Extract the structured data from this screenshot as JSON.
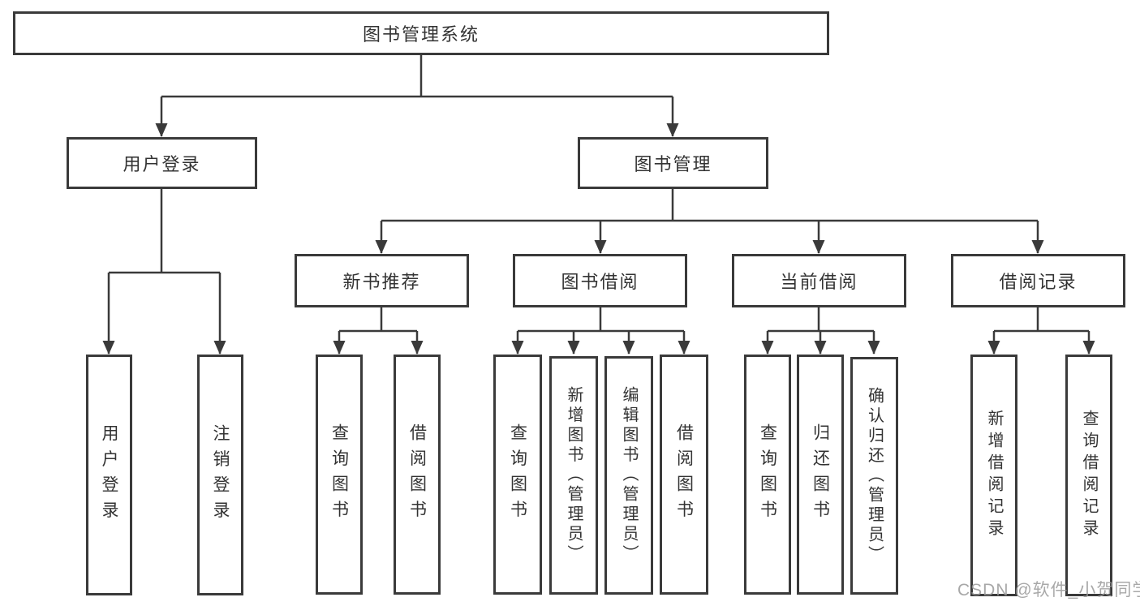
{
  "diagram": {
    "title": "图书管理系统",
    "level2": [
      {
        "label": "用户登录"
      },
      {
        "label": "图书管理"
      }
    ],
    "level3": [
      {
        "label": "新书推荐"
      },
      {
        "label": "图书借阅"
      },
      {
        "label": "当前借阅"
      },
      {
        "label": "借阅记录"
      }
    ],
    "leaves": {
      "user_login": [
        "用户登录",
        "注销登录"
      ],
      "new_book": [
        "查询图书",
        "借阅图书"
      ],
      "book_borrow": [
        "查询图书",
        "新增图书（管理员）",
        "编辑图书（管理员）",
        "借阅图书"
      ],
      "current_borrow": [
        "查询图书",
        "归还图书",
        "确认归还（管理员）"
      ],
      "borrow_record": [
        "新增借阅记录",
        "查询借阅记录"
      ]
    },
    "line_color": "#3a3a3a"
  },
  "watermark": {
    "text": "CSDN @软件_小贺同学"
  }
}
